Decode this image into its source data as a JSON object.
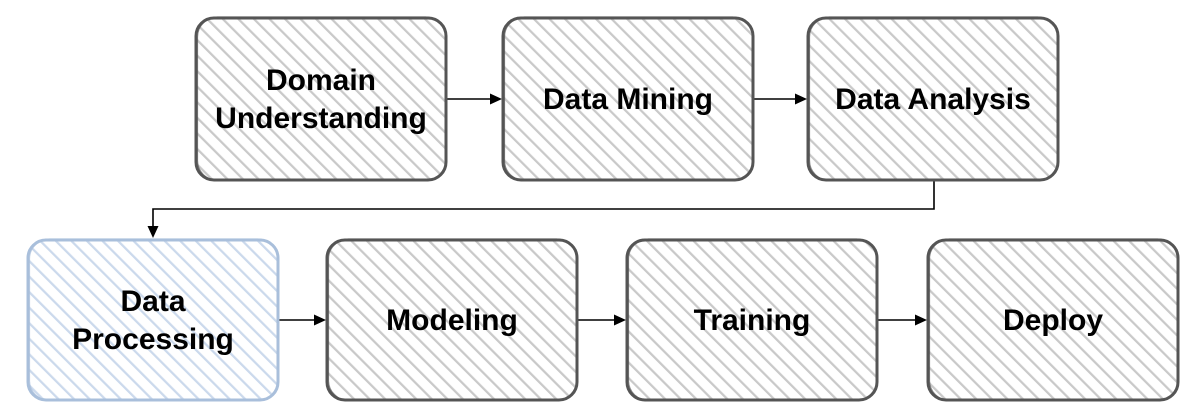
{
  "diagram": {
    "type": "flowchart",
    "direction": "left-to-right, two rows",
    "colors": {
      "box_stroke": "#555555",
      "box_hatch": "#c9c9c9",
      "highlight_stroke": "#a9bfdb",
      "highlight_hatch": "#cbd9ec",
      "arrow": "#000000",
      "text": "#000000"
    },
    "nodes": [
      {
        "id": "domain-understanding",
        "lines": [
          "Domain",
          "Understanding"
        ],
        "highlighted": false
      },
      {
        "id": "data-mining",
        "lines": [
          "Data Mining"
        ],
        "highlighted": false
      },
      {
        "id": "data-analysis",
        "lines": [
          "Data Analysis"
        ],
        "highlighted": false
      },
      {
        "id": "data-processing",
        "lines": [
          "Data",
          "Processing"
        ],
        "highlighted": true
      },
      {
        "id": "modeling",
        "lines": [
          "Modeling"
        ],
        "highlighted": false
      },
      {
        "id": "training",
        "lines": [
          "Training"
        ],
        "highlighted": false
      },
      {
        "id": "deploy",
        "lines": [
          "Deploy"
        ],
        "highlighted": false
      }
    ],
    "edges": [
      {
        "from": "domain-understanding",
        "to": "data-mining"
      },
      {
        "from": "data-mining",
        "to": "data-analysis"
      },
      {
        "from": "data-analysis",
        "to": "data-processing"
      },
      {
        "from": "data-processing",
        "to": "modeling"
      },
      {
        "from": "modeling",
        "to": "training"
      },
      {
        "from": "training",
        "to": "deploy"
      }
    ]
  }
}
